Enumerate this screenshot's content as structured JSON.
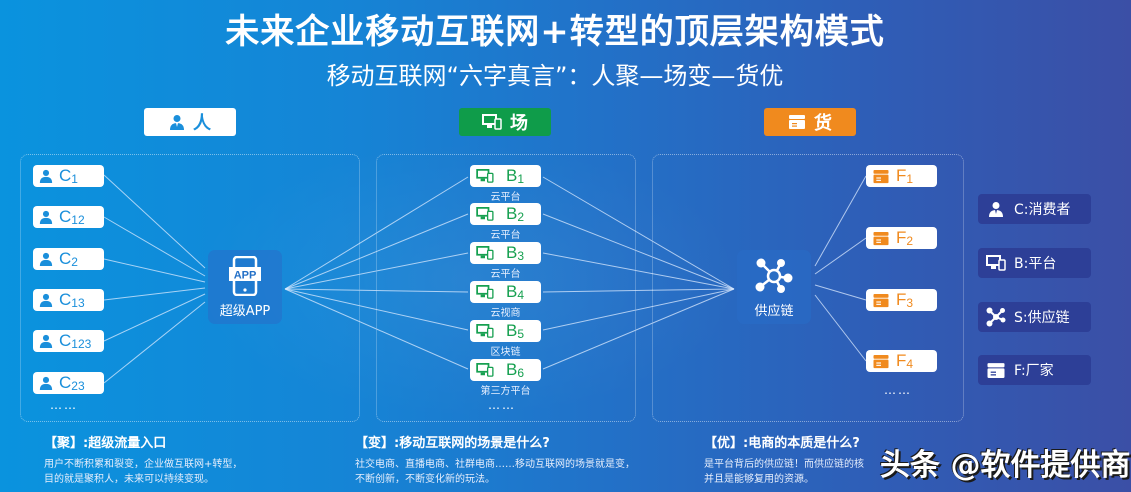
{
  "header": {
    "title": "未来企业移动互联网+转型的顶层架构模式",
    "subtitle": "移动互联网“六字真言”：人聚—场变—货优"
  },
  "categories": [
    {
      "label": "人",
      "icon": "person-icon",
      "color": "#ffffff"
    },
    {
      "label": "场",
      "icon": "devices-icon",
      "color": "#0f9c4a"
    },
    {
      "label": "货",
      "icon": "box-icon",
      "color": "#f08a1e"
    }
  ],
  "people": {
    "nodes": [
      {
        "letter": "C",
        "sub": "1"
      },
      {
        "letter": "C",
        "sub": "12"
      },
      {
        "letter": "C",
        "sub": "2"
      },
      {
        "letter": "C",
        "sub": "13"
      },
      {
        "letter": "C",
        "sub": "123"
      },
      {
        "letter": "C",
        "sub": "23"
      }
    ],
    "more": "……",
    "hub": "超级APP",
    "hub_badge": "APP"
  },
  "scene": {
    "nodes": [
      {
        "letter": "B",
        "sub": "1",
        "caption": "云平台"
      },
      {
        "letter": "B",
        "sub": "2",
        "caption": "云平台"
      },
      {
        "letter": "B",
        "sub": "3",
        "caption": "云平台"
      },
      {
        "letter": "B",
        "sub": "4",
        "caption": "云视商"
      },
      {
        "letter": "B",
        "sub": "5",
        "caption": "区块链"
      },
      {
        "letter": "B",
        "sub": "6",
        "caption": "第三方平台"
      }
    ],
    "more": "……"
  },
  "goods": {
    "hub": "供应链",
    "nodes": [
      {
        "letter": "F",
        "sub": "1"
      },
      {
        "letter": "F",
        "sub": "2"
      },
      {
        "letter": "F",
        "sub": "3"
      },
      {
        "letter": "F",
        "sub": "4"
      }
    ],
    "more": "……"
  },
  "legend": [
    {
      "icon": "person-icon",
      "label": "C:消费者"
    },
    {
      "icon": "devices-icon",
      "label": "B:平台"
    },
    {
      "icon": "network-icon",
      "label": "S:供应链"
    },
    {
      "icon": "box-icon",
      "label": "F:厂家"
    }
  ],
  "descriptions": [
    {
      "heading": "【聚】:超级流量入口",
      "body1": "用户不断积累和裂变，企业做互联网+转型，",
      "body2": "目的就是聚积人，未来可以持续变现。"
    },
    {
      "heading": "【变】:移动互联网的场景是什么?",
      "body1": "社交电商、直播电商、社群电商……移动互联网的场景就是变，",
      "body2": "不断创新，不断变化新的玩法。"
    },
    {
      "heading": "【优】:电商的本质是什么?",
      "body1": "是平台背后的供应链！而供应链的核",
      "body2": "并且是能够复用的资源。"
    }
  ],
  "watermark": "头条 @软件提供商",
  "colors": {
    "people": "#1a8fdb",
    "scene": "#16a050",
    "goods": "#f08a1e",
    "legend_bg": "#2d3f97"
  }
}
